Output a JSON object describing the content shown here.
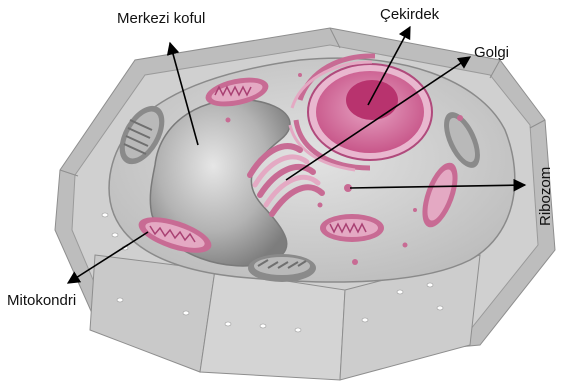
{
  "labels": {
    "vacuole": "Merkezi koful",
    "nucleus": "Çekirdek",
    "golgi": "Golgi",
    "ribosome": "Ribozom",
    "mitochondria": "Mitokondri"
  },
  "colors": {
    "cell_wall": "#cfcfcf",
    "wall_dark": "#8e8e8e",
    "cytoplasm": "#d8d8d8",
    "vacuole": "#a8a8a8",
    "organelle": "#c86b94",
    "organelle_light": "#e4a9c3",
    "nucleus": "#d98ab0",
    "nucleolus": "#b8336e",
    "arrow": "#000000"
  }
}
